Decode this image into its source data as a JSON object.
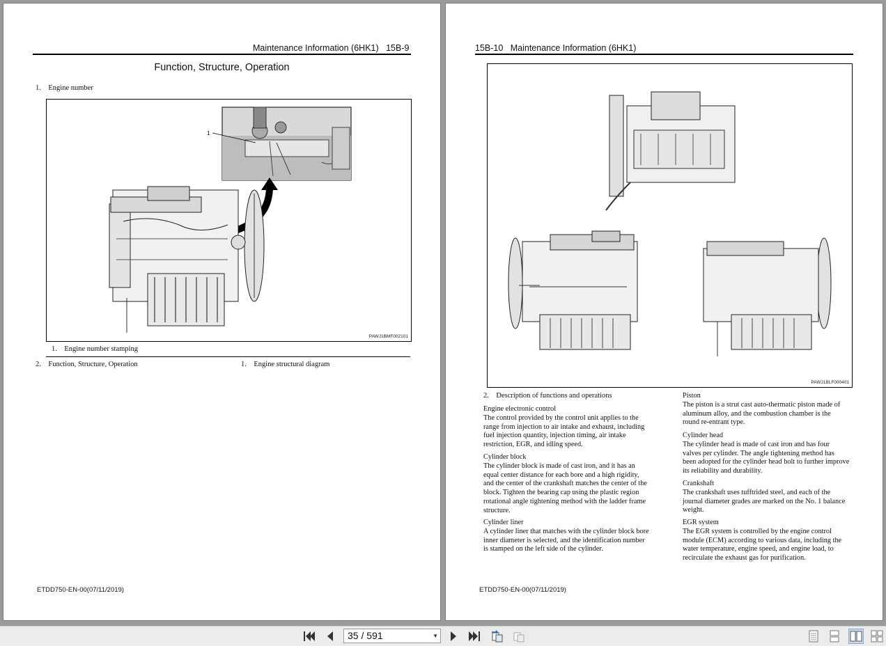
{
  "left_page": {
    "header_title": "Maintenance Information (6HK1)",
    "header_page": "15B-9",
    "section_title": "Function, Structure, Operation",
    "item1": {
      "num": "1.",
      "text": "Engine number"
    },
    "figure": {
      "callout": "1",
      "code": "PAWJ1BMF002101"
    },
    "legend": {
      "num": "1.",
      "text": "Engine number stamping"
    },
    "item2": {
      "num": "2.",
      "text": "Function, Structure, Operation"
    },
    "item2_sub": {
      "num": "1.",
      "text": "Engine structural diagram"
    },
    "footer": "ETDD750-EN-00(07/11/2019)"
  },
  "right_page": {
    "header_page": "15B-10",
    "header_title": "Maintenance Information (6HK1)",
    "figure": {
      "code": "PAWJ1BLF000401"
    },
    "desc_heading": {
      "num": "2.",
      "text": "Description of functions and operations"
    },
    "left_col": [
      {
        "title": "Engine electronic control",
        "lines": [
          "The control provided by the control unit applies to the",
          "range from injection to air intake and exhaust, including",
          "fuel injection quantity, injection timing, air intake",
          "restriction, EGR, and idling speed."
        ]
      },
      {
        "title": "Cylinder block",
        "lines": [
          "The cylinder block is made of cast iron, and it has an",
          "equal center distance for each bore and a high rigidity,",
          "and the center of the crankshaft matches the center of the",
          "block. Tighten the bearing cap using the plastic region",
          "rotational angle tightening method with the ladder frame",
          "structure."
        ]
      },
      {
        "title": "Cylinder liner",
        "lines": [
          "A cylinder liner that matches with the cylinder block bore",
          "inner diameter is selected, and the identification number",
          "is stamped on the left side of the cylinder."
        ]
      }
    ],
    "right_col": [
      {
        "title": "Piston",
        "lines": [
          "The piston is a strut cast auto-thermatic piston made of",
          "aluminum alloy, and the combustion chamber is the",
          "round re-entrant type."
        ]
      },
      {
        "title": "Cylinder head",
        "lines": [
          "The cylinder head is made of cast iron and has four",
          "valves per cylinder. The angle tightening method has",
          "been adopted for the cylinder head bolt to further improve",
          "its reliability and durability."
        ]
      },
      {
        "title": "Crankshaft",
        "lines": [
          "The crankshaft uses tufftrided steel, and each of the",
          "journal diameter grades are marked on the No. 1 balance",
          "weight."
        ]
      },
      {
        "title": "EGR system",
        "lines": [
          "The EGR system is controlled by the engine control",
          "module (ECM) according to various data, including the",
          "water temperature, engine speed, and engine load, to",
          "recirculate the exhaust gas for purification."
        ]
      }
    ],
    "footer": "ETDD750-EN-00(07/11/2019)"
  },
  "toolbar": {
    "page_value": "35 / 591",
    "current_page": 35,
    "total_pages": 591,
    "icons": [
      "first-page-icon",
      "prev-page-icon",
      "next-page-icon",
      "last-page-icon",
      "back-view-icon",
      "forward-view-icon",
      "single-page-icon",
      "continuous-icon",
      "two-page-icon",
      "two-page-continuous-icon"
    ],
    "active_view": "two-page-icon"
  }
}
